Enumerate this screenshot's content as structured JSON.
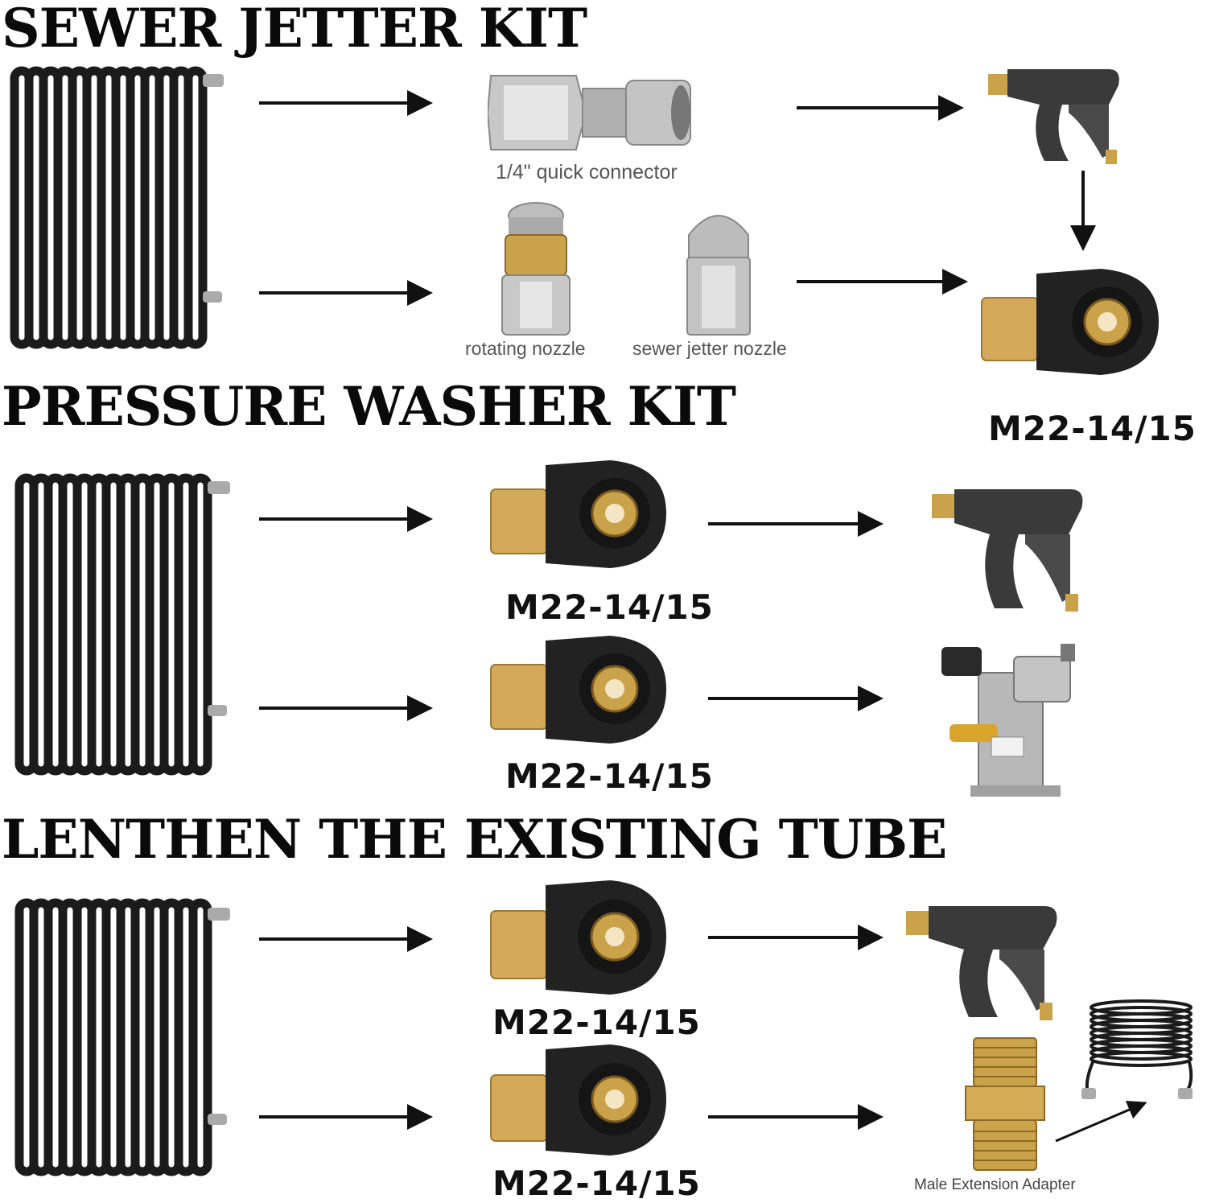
{
  "sections": [
    {
      "title": "SEWER JETTER KIT"
    },
    {
      "title": "PRESSURE WASHER KIT"
    },
    {
      "title": "LENTHEN THE EXISTING TUBE"
    }
  ],
  "captions": {
    "quick_connector": "1/4\" quick connector",
    "rotating_nozzle": "rotating nozzle",
    "sewer_jetter_nozzle": "sewer jetter nozzle",
    "male_extension_adapter": "Male Extension Adapter"
  },
  "adapter_label": "M22-14/15",
  "colors": {
    "text": "#0a0a0a",
    "hose": "#1b1b1b",
    "steel": "#b9b9b9",
    "brass": "#c9a24a",
    "gun": "#3a3a3a"
  }
}
